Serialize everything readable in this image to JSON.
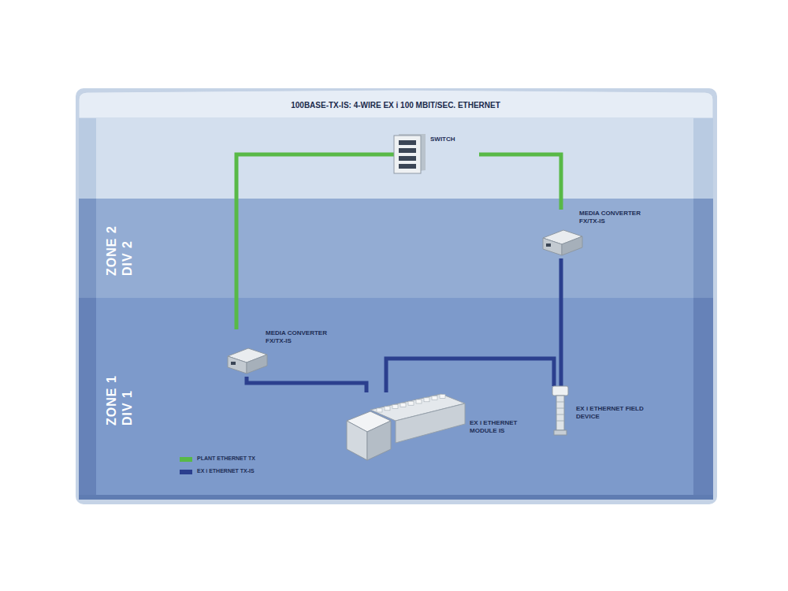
{
  "diagram": {
    "title": "100BASE-TX-IS: 4-WIRE EX i 100 MBIT/SEC. ETHERNET",
    "nodes": [
      {
        "text": [
          "SWITCH"
        ]
      },
      {
        "text": [
          "ZONE 2 DIV 2"
        ]
      },
      {
        "text": [
          "MEDIA CONVERTER FX/TX-IS"
        ],
        "in": 1
      },
      {
        "text": [
          "ZONE 1 DIV 1"
        ]
      },
      {
        "text": [
          "MEDIA CONVERTER FX/TX-IS"
        ],
        "in": 3
      },
      {
        "text": [
          "EX i ETHERNET MODULE IS"
        ],
        "in": 3
      },
      {
        "text": [
          "EX i ETHERNET FIELD DEVICE"
        ],
        "in": 3
      }
    ],
    "edges": [
      {
        "from": 0,
        "to": 4,
        "arrow": "none"
      },
      {
        "from": 0,
        "to": 2,
        "arrow": "none"
      },
      {
        "from": 4,
        "to": 5,
        "arrow": "none"
      },
      {
        "from": 5,
        "to": 6,
        "arrow": "none"
      },
      {
        "from": 2,
        "to": 6,
        "arrow": "none"
      }
    ],
    "legend": [
      {
        "text": "PLANT ETHERNET TX",
        "color": "#58b947"
      },
      {
        "text": "EX i ETHERNET TX-IS",
        "color": "#2b3f8e"
      }
    ]
  }
}
